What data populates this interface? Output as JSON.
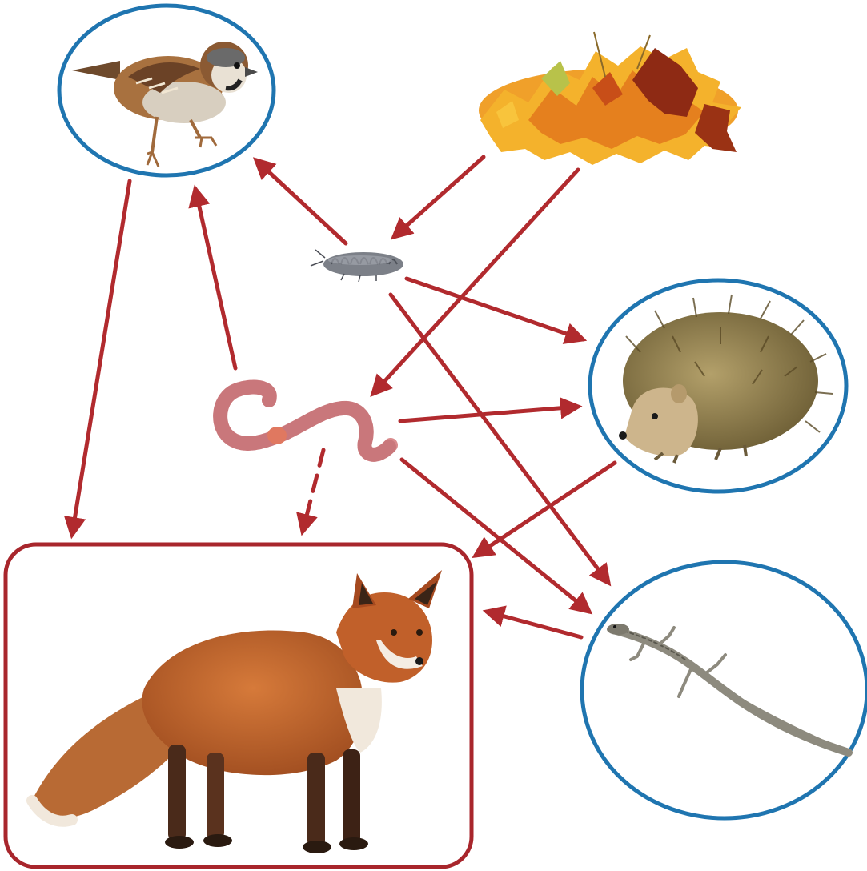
{
  "diagram": {
    "type": "food-web",
    "nodes": [
      {
        "id": "leaves",
        "depicts": "autumn-maple-leaf-litter",
        "frame": "none"
      },
      {
        "id": "woodlouse",
        "depicts": "woodlouse",
        "frame": "none"
      },
      {
        "id": "earthworm",
        "depicts": "earthworm",
        "frame": "none"
      },
      {
        "id": "sparrow",
        "depicts": "house-sparrow",
        "frame": "ellipse"
      },
      {
        "id": "hedgehog",
        "depicts": "hedgehog",
        "frame": "ellipse"
      },
      {
        "id": "lizard",
        "depicts": "lizard",
        "frame": "ellipse"
      },
      {
        "id": "fox",
        "depicts": "red-fox",
        "frame": "rounded-rectangle"
      }
    ],
    "edges": [
      {
        "from": "leaves",
        "to": "woodlouse",
        "style": "solid"
      },
      {
        "from": "leaves",
        "to": "earthworm",
        "style": "solid"
      },
      {
        "from": "woodlouse",
        "to": "sparrow",
        "style": "solid"
      },
      {
        "from": "woodlouse",
        "to": "hedgehog",
        "style": "solid"
      },
      {
        "from": "woodlouse",
        "to": "lizard",
        "style": "solid"
      },
      {
        "from": "earthworm",
        "to": "sparrow",
        "style": "solid"
      },
      {
        "from": "earthworm",
        "to": "hedgehog",
        "style": "solid"
      },
      {
        "from": "earthworm",
        "to": "lizard",
        "style": "solid"
      },
      {
        "from": "earthworm",
        "to": "fox",
        "style": "dashed"
      },
      {
        "from": "sparrow",
        "to": "fox",
        "style": "solid"
      },
      {
        "from": "hedgehog",
        "to": "fox",
        "style": "solid"
      },
      {
        "from": "lizard",
        "to": "fox",
        "style": "solid"
      }
    ]
  },
  "colors": {
    "arrow": "#b12a2e",
    "ellipse_frame": "#1f75b0",
    "box_frame": "#a8262c",
    "fox_fur": "#c1602a",
    "leaf_orange": "#ef8b1c",
    "leaf_yellow": "#f6b62a",
    "leaf_red": "#b23a14",
    "worm_pink": "#d98a8c",
    "hedgehog_spines": "#8c7a48",
    "sparrow_brown": "#8a5a35",
    "lizard_grey": "#8d8a7e",
    "woodlouse_grey": "#7c8088"
  },
  "icons": {
    "leaves": "leaf-pile-icon",
    "woodlouse": "woodlouse-icon",
    "earthworm": "earthworm-icon",
    "sparrow": "sparrow-icon",
    "hedgehog": "hedgehog-icon",
    "lizard": "lizard-icon",
    "fox": "fox-icon"
  }
}
